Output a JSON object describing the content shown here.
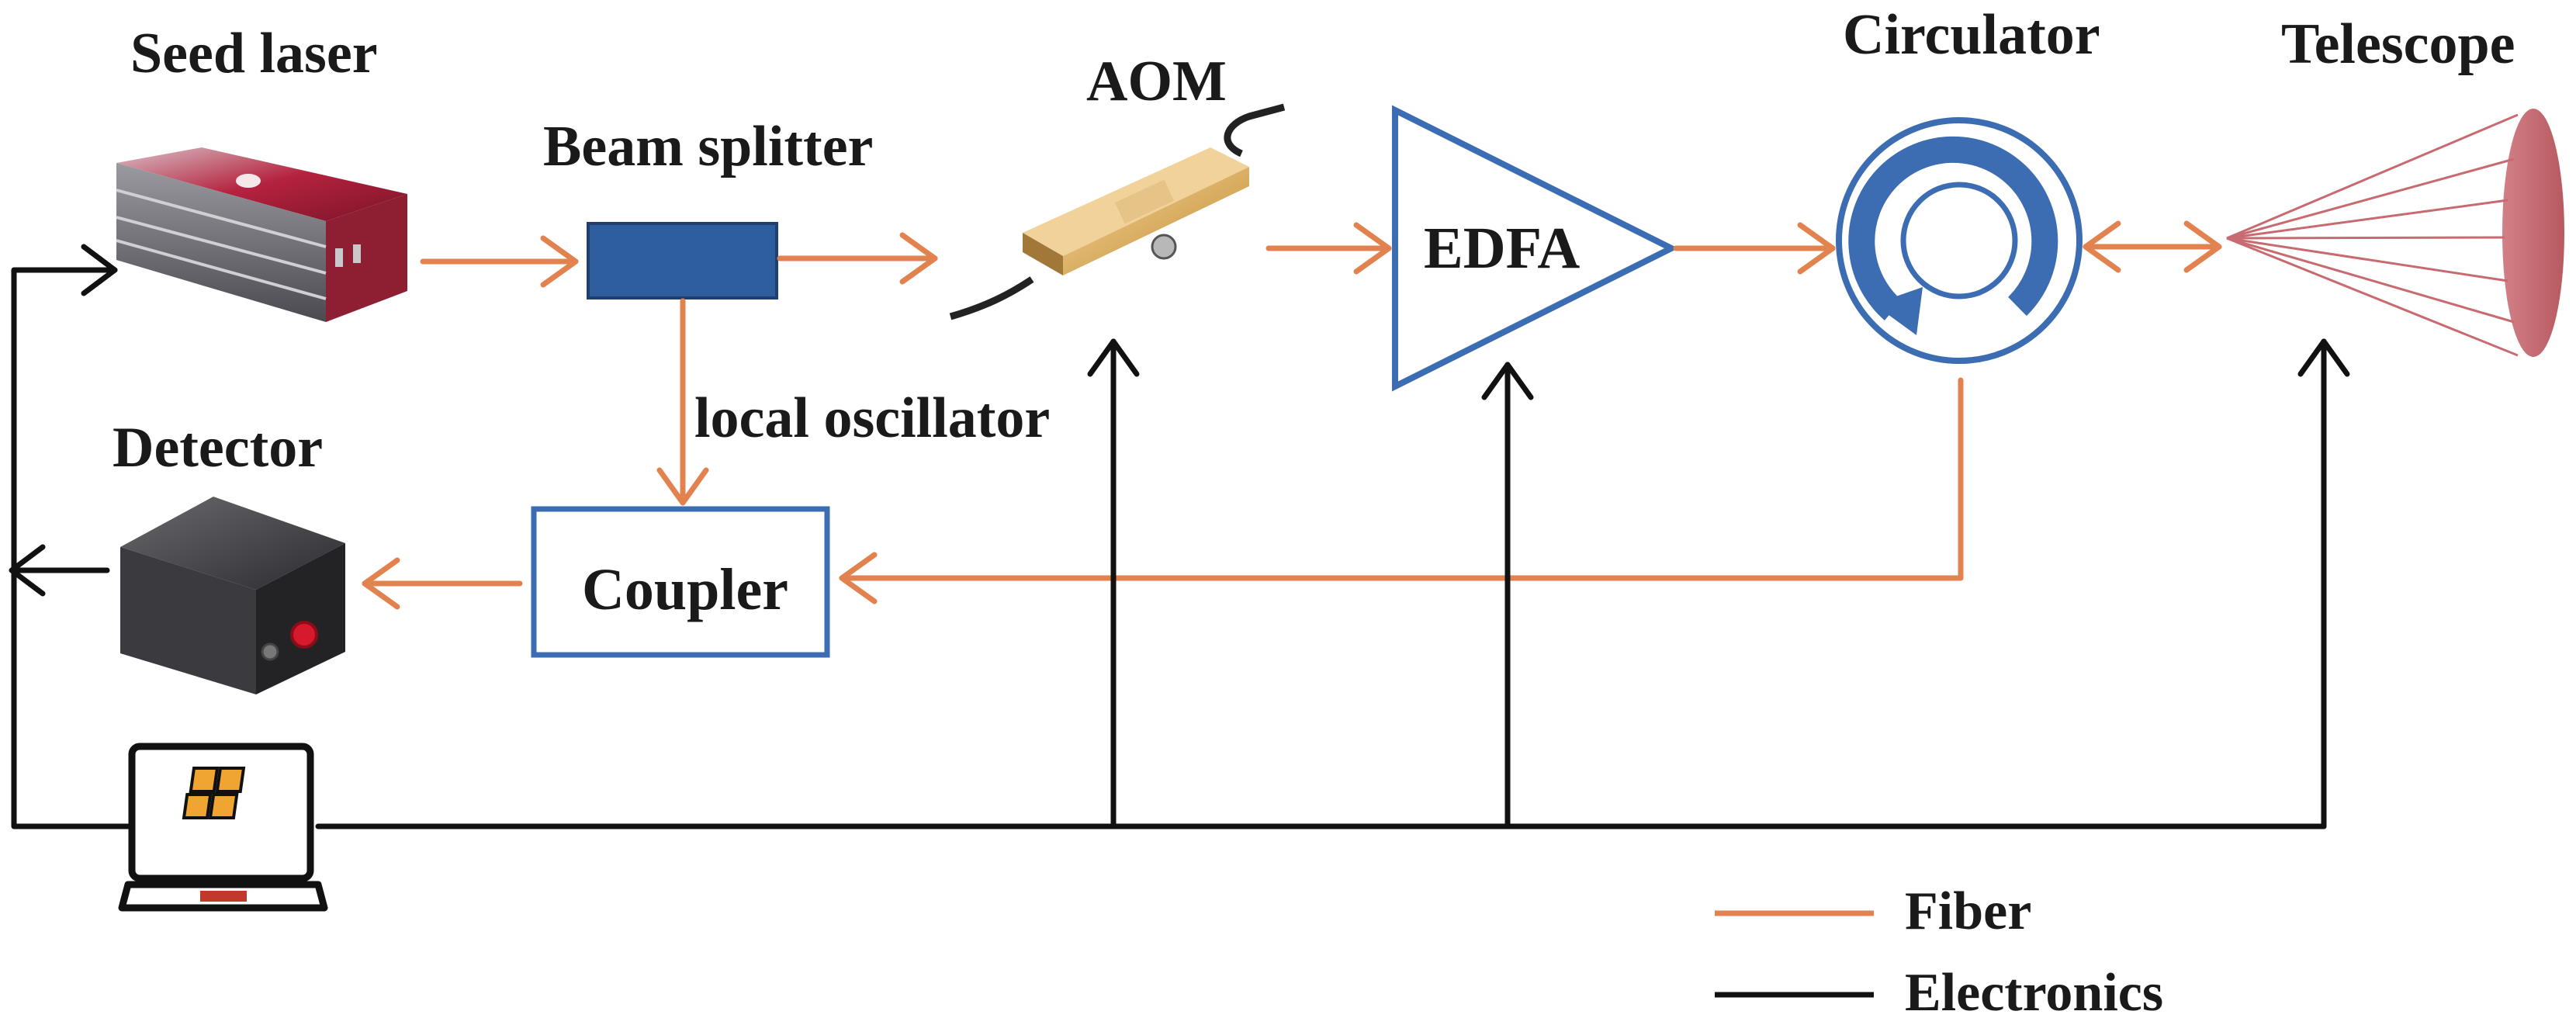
{
  "labels": {
    "seed_laser": "Seed laser",
    "beam_splitter": "Beam splitter",
    "aom": "AOM",
    "edfa": "EDFA",
    "circulator": "Circulator",
    "telescope": "Telescope",
    "detector": "Detector",
    "coupler": "Coupler",
    "local_oscillator": "local oscillator"
  },
  "legend": {
    "fiber": "Fiber",
    "electronics": "Electronics"
  },
  "colors": {
    "fiber": "#e2834f",
    "electronics": "#111111",
    "box_blue": "#3c6db2",
    "splitter_fill": "#2f5e9e",
    "telescope_fill": "#c86b70",
    "laser_body": "#8e1e32"
  },
  "icons": [
    "seed-laser-device",
    "aom-device",
    "detector-device",
    "laptop-icon",
    "windows-logo-icon",
    "circulator-icon",
    "telescope-icon"
  ]
}
